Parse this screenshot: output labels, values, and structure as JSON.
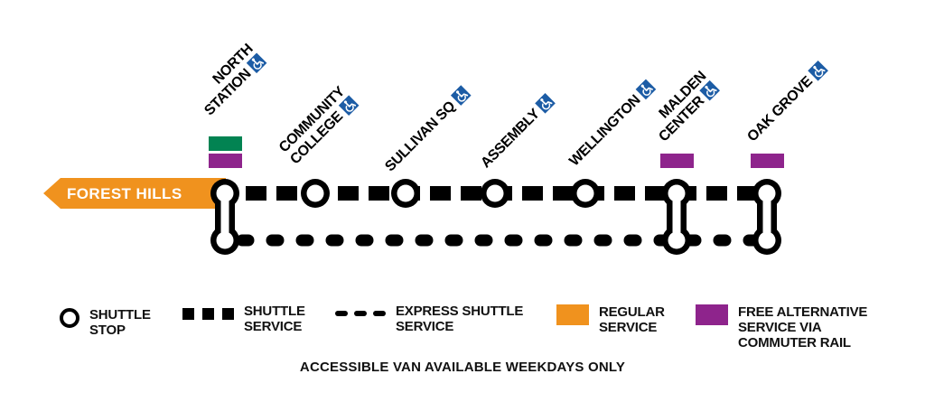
{
  "terminus": "FOREST HILLS",
  "stations": [
    {
      "name": "North Station",
      "lines": [
        "NORTH",
        "STATION"
      ],
      "accessible": true,
      "transfer": true,
      "markers": [
        "green",
        "purple"
      ]
    },
    {
      "name": "Community College",
      "lines": [
        "COMMUNITY",
        "COLLEGE"
      ],
      "accessible": true,
      "transfer": false,
      "markers": []
    },
    {
      "name": "Sullivan Sq",
      "lines": [
        "SULLIVAN SQ"
      ],
      "accessible": true,
      "transfer": false,
      "markers": []
    },
    {
      "name": "Assembly",
      "lines": [
        "ASSEMBLY"
      ],
      "accessible": true,
      "transfer": false,
      "markers": []
    },
    {
      "name": "Wellington",
      "lines": [
        "WELLINGTON"
      ],
      "accessible": true,
      "transfer": false,
      "markers": []
    },
    {
      "name": "Malden Center",
      "lines": [
        "MALDEN",
        "CENTER"
      ],
      "accessible": true,
      "transfer": true,
      "markers": [
        "purple"
      ]
    },
    {
      "name": "Oak Grove",
      "lines": [
        "OAK GROVE"
      ],
      "accessible": true,
      "transfer": true,
      "markers": [
        "purple"
      ]
    }
  ],
  "legend": {
    "shuttle_stop": [
      "SHUTTLE",
      "STOP"
    ],
    "shuttle_service": [
      "SHUTTLE",
      "SERVICE"
    ],
    "express_shuttle": [
      "EXPRESS SHUTTLE",
      "SERVICE"
    ],
    "regular": [
      "REGULAR",
      "SERVICE"
    ],
    "free_alternative": [
      "FREE ALTERNATIVE",
      "SERVICE VIA",
      "COMMUTER RAIL"
    ]
  },
  "note": "ACCESSIBLE VAN AVAILABLE WEEKDAYS ONLY",
  "colors": {
    "regular_service_orange": "#F0921E",
    "green_line": "#028352",
    "commuter_rail_purple": "#8E248C",
    "accessible_blue": "#1C5CA5",
    "shuttle_black": "#000000"
  }
}
